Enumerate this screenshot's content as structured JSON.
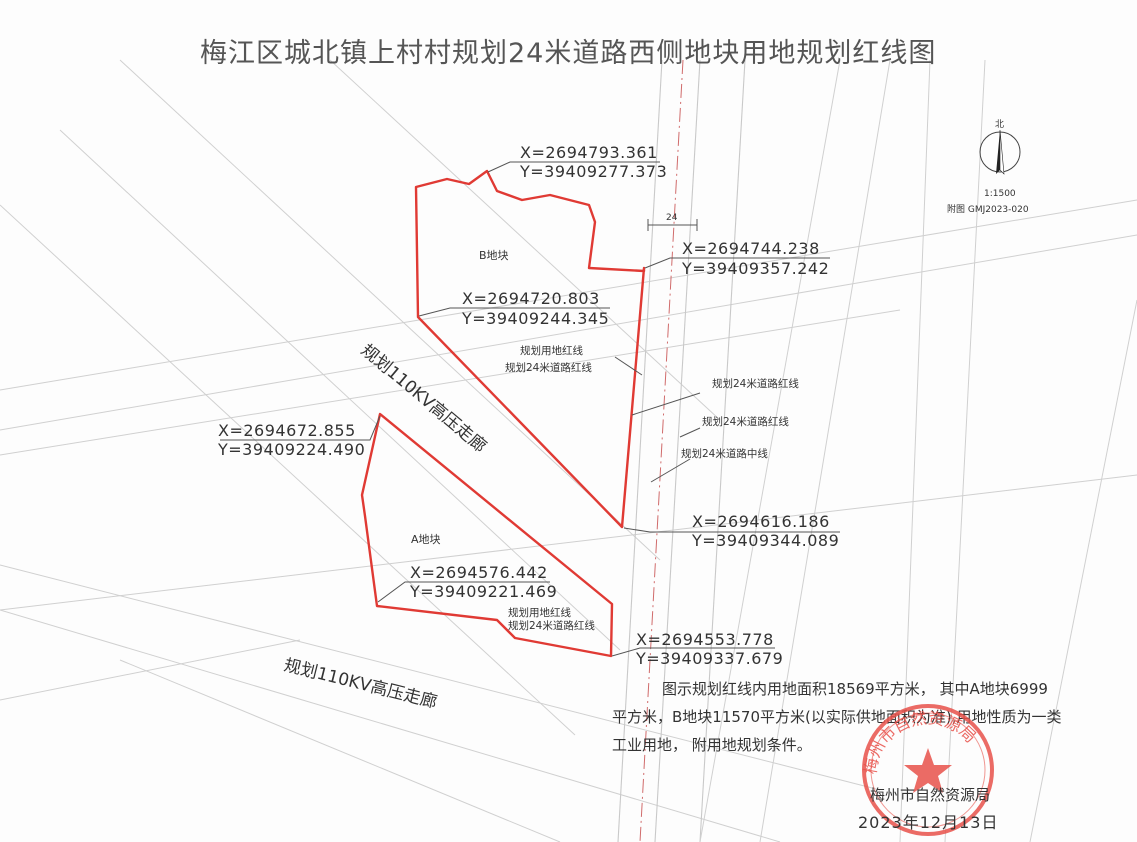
{
  "title": "梅江区城北镇上村村规划24米道路西侧地块用地规划红线图",
  "north": {
    "label": "北",
    "scale": "1:1500",
    "appendix": "附图 GMJ2023-020"
  },
  "road_width": "24",
  "corridor_labels": [
    "规划110KV高压走廊",
    "规划110KV高压走廊"
  ],
  "parcels": {
    "b_label": "B地块",
    "a_label": "A地块"
  },
  "coordinates": [
    {
      "x": "X=2694793.361",
      "y": "Y=39409277.373"
    },
    {
      "x": "X=2694744.238",
      "y": "Y=39409357.242"
    },
    {
      "x": "X=2694720.803",
      "y": "Y=39409244.345"
    },
    {
      "x": "X=2694672.855",
      "y": "Y=39409224.490"
    },
    {
      "x": "X=2694616.186",
      "y": "Y=39409344.089"
    },
    {
      "x": "X=2694576.442",
      "y": "Y=39409221.469"
    },
    {
      "x": "X=2694553.778",
      "y": "Y=39409337.679"
    }
  ],
  "line_labels": {
    "land_redline": "规划用地红线",
    "road_redline": "规划24米道路红线",
    "road_redline_2": "规划24米道路红线",
    "road_redline_3": "规划24米道路红线",
    "road_centerline": "规划24米道路中线",
    "land_redline_a": "规划用地红线",
    "road_redline_a": "规划24米道路红线"
  },
  "note": {
    "line1": "图示规划红线内用地面积18569平方米， 其中A地块6999",
    "line2": "平方米，B地块11570平方米(以实际供地面积为准),用地性质为一类",
    "line3": "工业用地， 附用地规划条件。"
  },
  "seal": {
    "text": "梅州市自然资源局"
  },
  "signature": {
    "agency": "梅州市自然资源局",
    "date": "2023年12月13日"
  },
  "colors": {
    "parcel_line": "#e03a34",
    "seal": "#e8514a",
    "roads": "#d0d0d0"
  }
}
